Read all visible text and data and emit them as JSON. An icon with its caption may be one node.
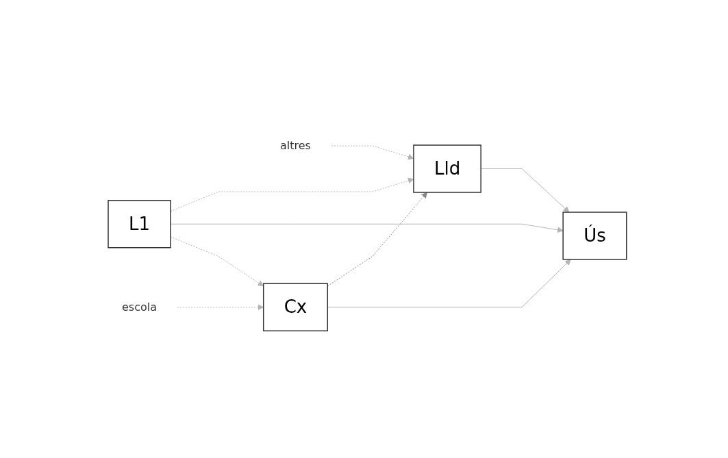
{
  "diagram": {
    "nodes": [
      {
        "text": [
          "altres"
        ]
      },
      {
        "text": [
          "Lld"
        ]
      },
      {
        "text": [
          "L1"
        ]
      },
      {
        "text": [
          "Ús"
        ]
      },
      {
        "text": [
          "escola"
        ]
      },
      {
        "text": [
          "Cx"
        ]
      }
    ],
    "edges": [
      {
        "from": 0,
        "to": 1,
        "arrow": "to",
        "style": "dashed"
      },
      {
        "from": 2,
        "to": 1,
        "arrow": "to",
        "style": "dashed"
      },
      {
        "from": 1,
        "to": 3,
        "arrow": "to"
      },
      {
        "from": 2,
        "to": 3,
        "arrow": "to"
      },
      {
        "from": 2,
        "to": 5,
        "arrow": "to",
        "style": "dashed"
      },
      {
        "from": 5,
        "to": 1,
        "arrow": "to",
        "style": "dashed",
        "color": "#888888"
      },
      {
        "from": 4,
        "to": 5,
        "arrow": "to",
        "style": "dashed"
      },
      {
        "from": 5,
        "to": 3,
        "arrow": "to"
      }
    ]
  }
}
